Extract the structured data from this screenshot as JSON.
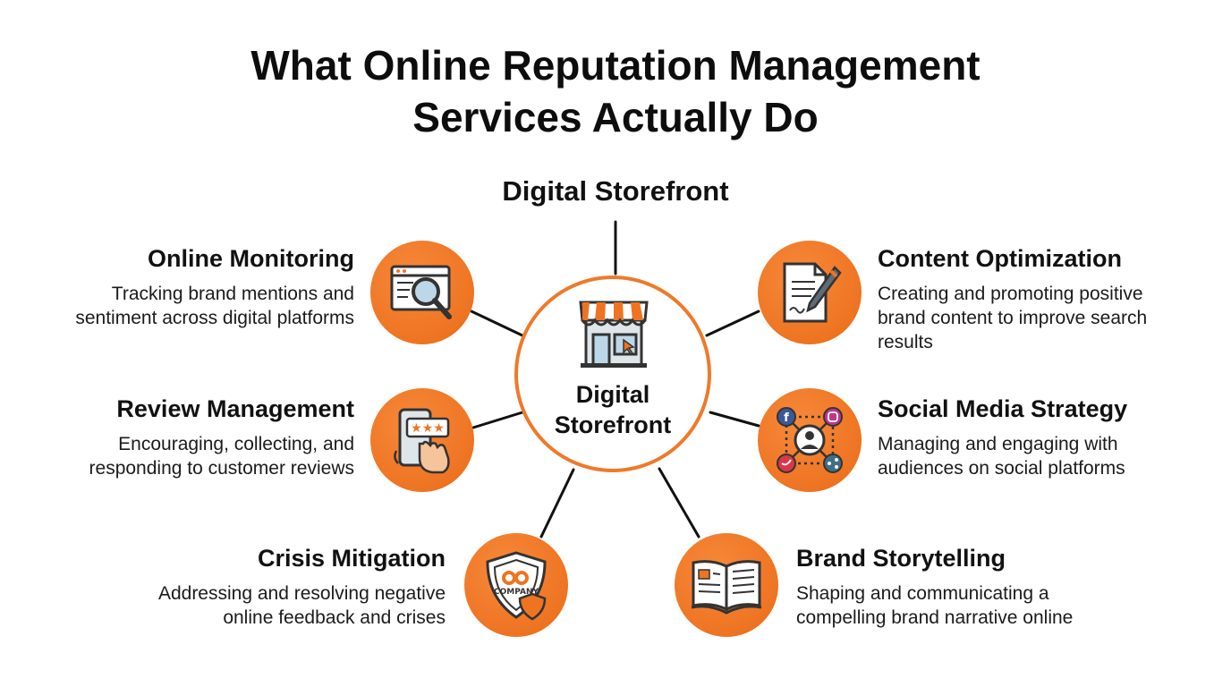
{
  "title_line1": "What Online Reputation Management",
  "title_line2": "Services Actually Do",
  "top_label": "Digital Storefront",
  "center": {
    "line1": "Digital",
    "line2": "Storefront",
    "icon": "storefront-icon"
  },
  "items": [
    {
      "title": "Online Monitoring",
      "desc1": "Tracking brand mentions and",
      "desc2": "sentiment across digital platforms",
      "desc3": "",
      "icon": "monitor-search-icon"
    },
    {
      "title": "Review Management",
      "desc1": "Encouraging, collecting, and",
      "desc2": "responding to customer reviews",
      "desc3": "",
      "icon": "phone-review-icon"
    },
    {
      "title": "Crisis Mitigation",
      "desc1": "Addressing and resolving negative",
      "desc2": "online  feedback and crises",
      "desc3": "",
      "icon": "shield-icon",
      "badge_text": "COMPANY"
    },
    {
      "title": "Content Optimization",
      "desc1": "Creating and promoting positive",
      "desc2": "brand content to improve search",
      "desc3": "results",
      "icon": "document-pen-icon"
    },
    {
      "title": "Social Media Strategy",
      "desc1": "Managing and engaging with",
      "desc2": "audiences on social platforms",
      "desc3": "",
      "icon": "social-network-icon"
    },
    {
      "title": "Brand Storytelling",
      "desc1": "Shaping and communicating a",
      "desc2": "compelling brand narrative online",
      "desc3": "",
      "icon": "open-book-icon"
    }
  ],
  "colors": {
    "accent": "#EE7422",
    "line": "#111111",
    "text": "#111111"
  }
}
